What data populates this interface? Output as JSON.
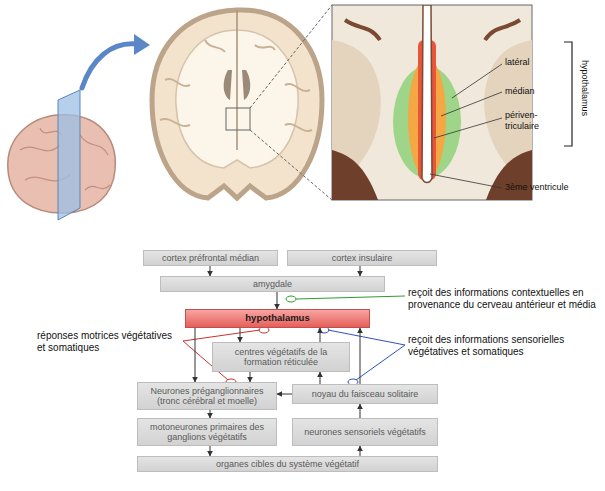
{
  "diagram": {
    "nodes": [
      {
        "text": [
          "cortex préfrontal médian"
        ]
      },
      {
        "text": [
          "cortex insulaire"
        ]
      },
      {
        "text": [
          "amygdale"
        ]
      },
      {
        "text": [
          "hypothalamus"
        ]
      },
      {
        "text": [
          "centres végétatifs de la formation réticulée"
        ]
      },
      {
        "text": [
          "Neurones préganglionnaires (tronc cérébral et moelle)"
        ]
      },
      {
        "text": [
          "noyau du faisceau solitaire"
        ]
      },
      {
        "text": [
          "motoneurones primaires des ganglions végétatifs"
        ]
      },
      {
        "text": [
          "neurones sensoriels végétatifs"
        ]
      },
      {
        "text": [
          "organes cibles du système végétatif"
        ]
      }
    ],
    "edges": [
      {
        "from": 0,
        "to": 2,
        "arrow": "to"
      },
      {
        "from": 1,
        "to": 2,
        "arrow": "to"
      },
      {
        "from": 2,
        "to": 3,
        "arrow": "to"
      },
      {
        "from": 3,
        "to": 4,
        "arrow": "to"
      },
      {
        "from": 4,
        "to": 3,
        "arrow": "to"
      },
      {
        "from": 3,
        "to": 5,
        "arrow": "to"
      },
      {
        "from": 4,
        "to": 5,
        "arrow": "to"
      },
      {
        "from": 6,
        "to": 3,
        "arrow": "to"
      },
      {
        "from": 6,
        "to": 4,
        "arrow": "to"
      },
      {
        "from": 6,
        "to": 5,
        "arrow": "to"
      },
      {
        "from": 5,
        "to": 7,
        "arrow": "to"
      },
      {
        "from": 7,
        "to": 9,
        "arrow": "to"
      },
      {
        "from": 9,
        "to": 8,
        "arrow": "to"
      },
      {
        "from": 8,
        "to": 6,
        "arrow": "to"
      }
    ],
    "labels": [
      "latéral",
      "médian",
      "périven- triculaire",
      "hypothalamus",
      "3ème ventricule",
      "reçoit des informations contextuelles en provenance du cerveau antérieur et média",
      "réponses motrices végétatives et somatiques",
      "reçoit des informations sensorielles végétatives et somatiques"
    ]
  }
}
